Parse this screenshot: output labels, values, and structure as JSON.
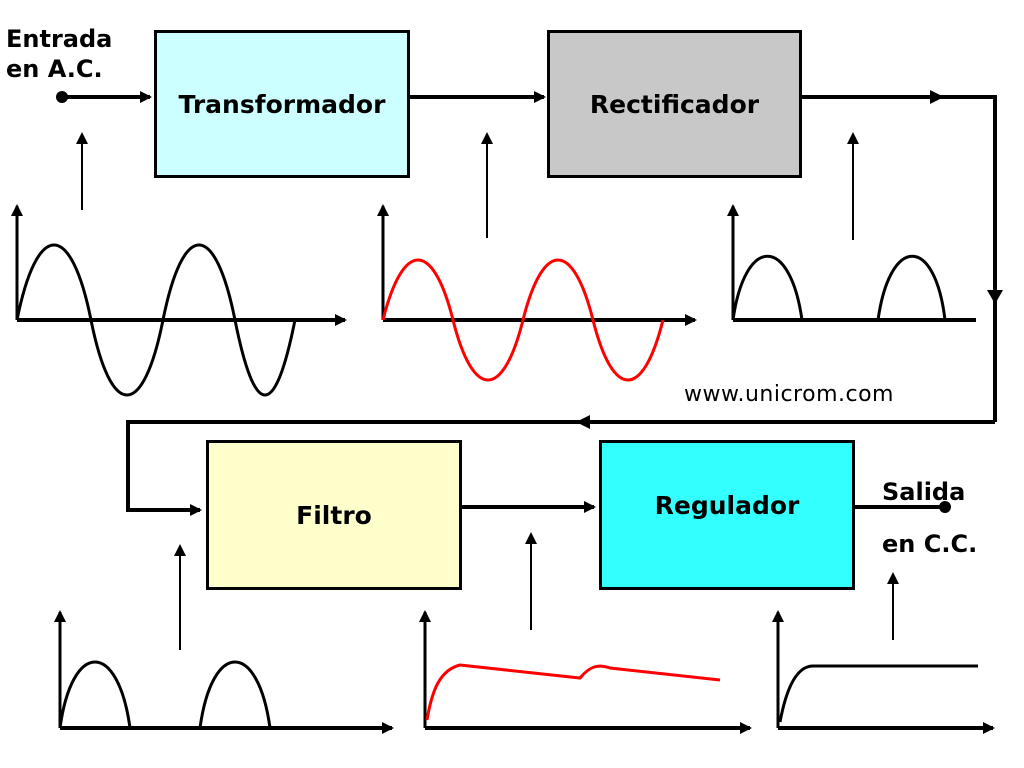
{
  "input": {
    "line1": "Entrada",
    "line2": "en A.C."
  },
  "output": {
    "line1": "Salida",
    "line2": "en C.C."
  },
  "blocks": {
    "transformer": "Transformador",
    "rectifier": "Rectificador",
    "filter": "Filtro",
    "regulator": "Regulador"
  },
  "website": "www.unicrom.com",
  "colors": {
    "transformer_fill": "#ccffff",
    "rectifier_fill": "#c8c8c8",
    "filter_fill": "#ffffcc",
    "regulator_fill": "#33ffff",
    "signal_red": "#ff0000",
    "line": "#000000"
  }
}
